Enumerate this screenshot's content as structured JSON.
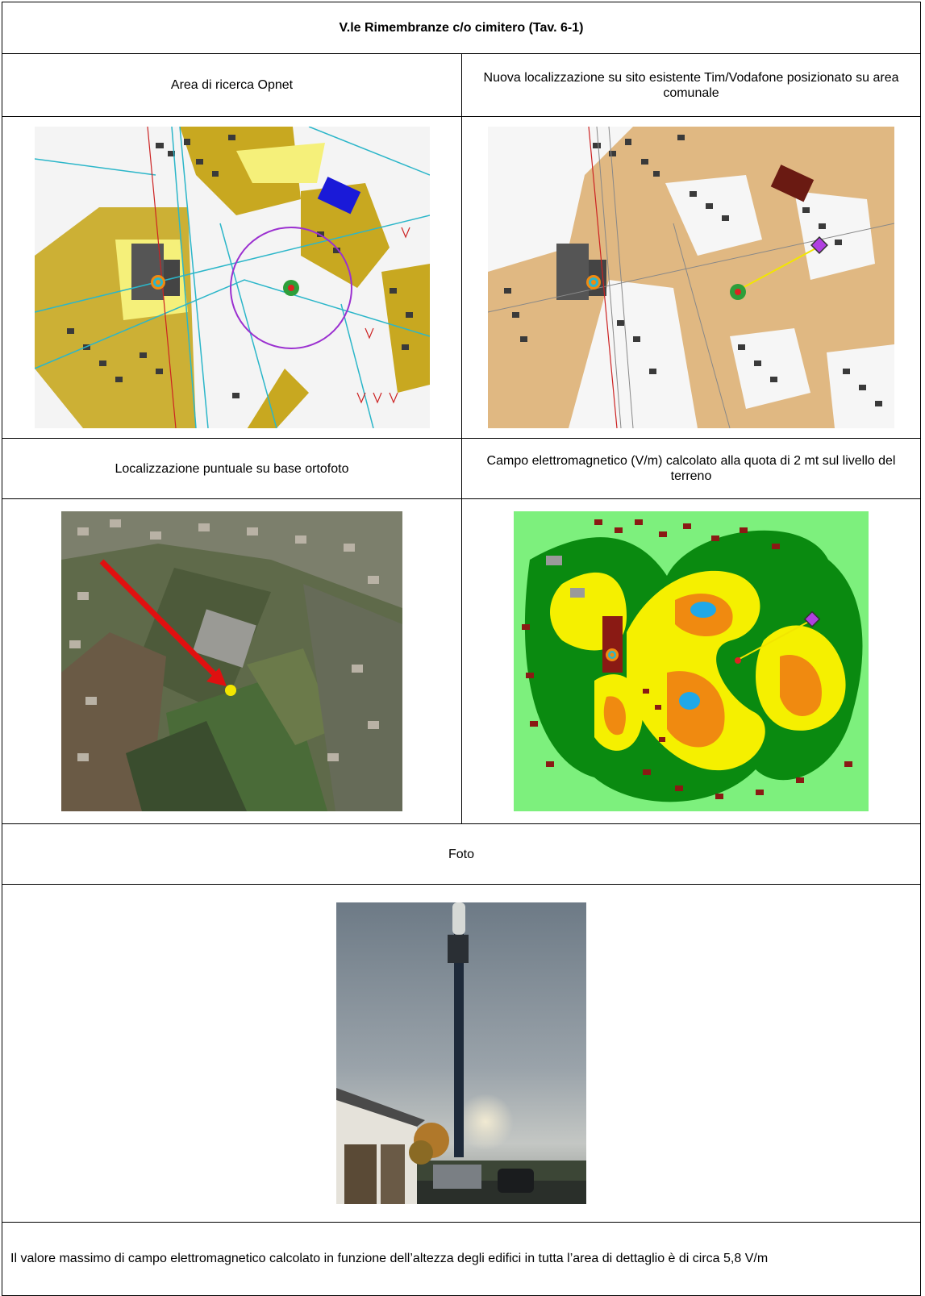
{
  "title": "V.le Rimembranze c/o cimitero (Tav. 6-1)",
  "row1": {
    "left_label": "Area di ricerca Opnet",
    "right_label": "Nuova localizzazione su sito esistente Tim/Vodafone posizionato su area comunale"
  },
  "row2": {
    "left_label": "Localizzazione puntuale su base ortofoto",
    "right_label": "Campo elettromagnetico (V/m) calcolato alla quota di 2 mt sul livello del terreno"
  },
  "foto_label": "Foto",
  "footer_text": "Il valore massimo di campo elettromagnetico calcolato in funzione dell’altezza degli edifici in tutta l’area di dettaglio è di circa 5,8 V/m",
  "colors": {
    "zoning_yellow": "#c8a820",
    "zoning_tan": "#e0b882",
    "search_circle": "#9b30d0",
    "site_green": "#2e9e3a",
    "arrow_red": "#e01010",
    "marker_yellow": "#f2e600",
    "field_dark_green": "#0a8a10",
    "field_light_green": "#7df07d",
    "field_yellow": "#f5f000",
    "field_orange": "#f08a10",
    "field_blue": "#20a8e8"
  }
}
